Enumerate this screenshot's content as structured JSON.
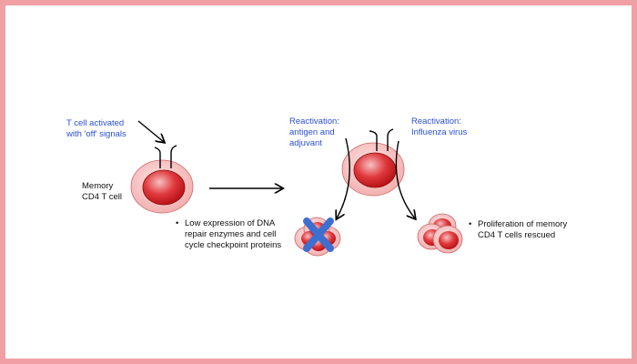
{
  "labels": {
    "t_cell_activated_line1": "T cell activated",
    "t_cell_activated_line2": "with 'off' signals",
    "memory_line1": "Memory",
    "memory_line2": "CD4 T cell",
    "reactivation_antigen_line1": "Reactivation:",
    "reactivation_antigen_line2": "antigen and",
    "reactivation_antigen_line3": "adjuvant",
    "reactivation_flu_line1": "Reactivation:",
    "reactivation_flu_line2": "Influenza virus",
    "low_expression_line1": "Low expression of DNA",
    "low_expression_line2": "repair enzymes and cell",
    "low_expression_line3": "cycle checkpoint proteins",
    "proliferation_line1": "Proliferation of memory",
    "proliferation_line2": "CD4 T cells rescued"
  },
  "colors": {
    "frame": "#f0a0a4",
    "label_blue": "#2a4fd6",
    "cell_outer": "#f6c4c4",
    "cell_inner": "#d4282c",
    "cross": "#3d6fd0"
  }
}
